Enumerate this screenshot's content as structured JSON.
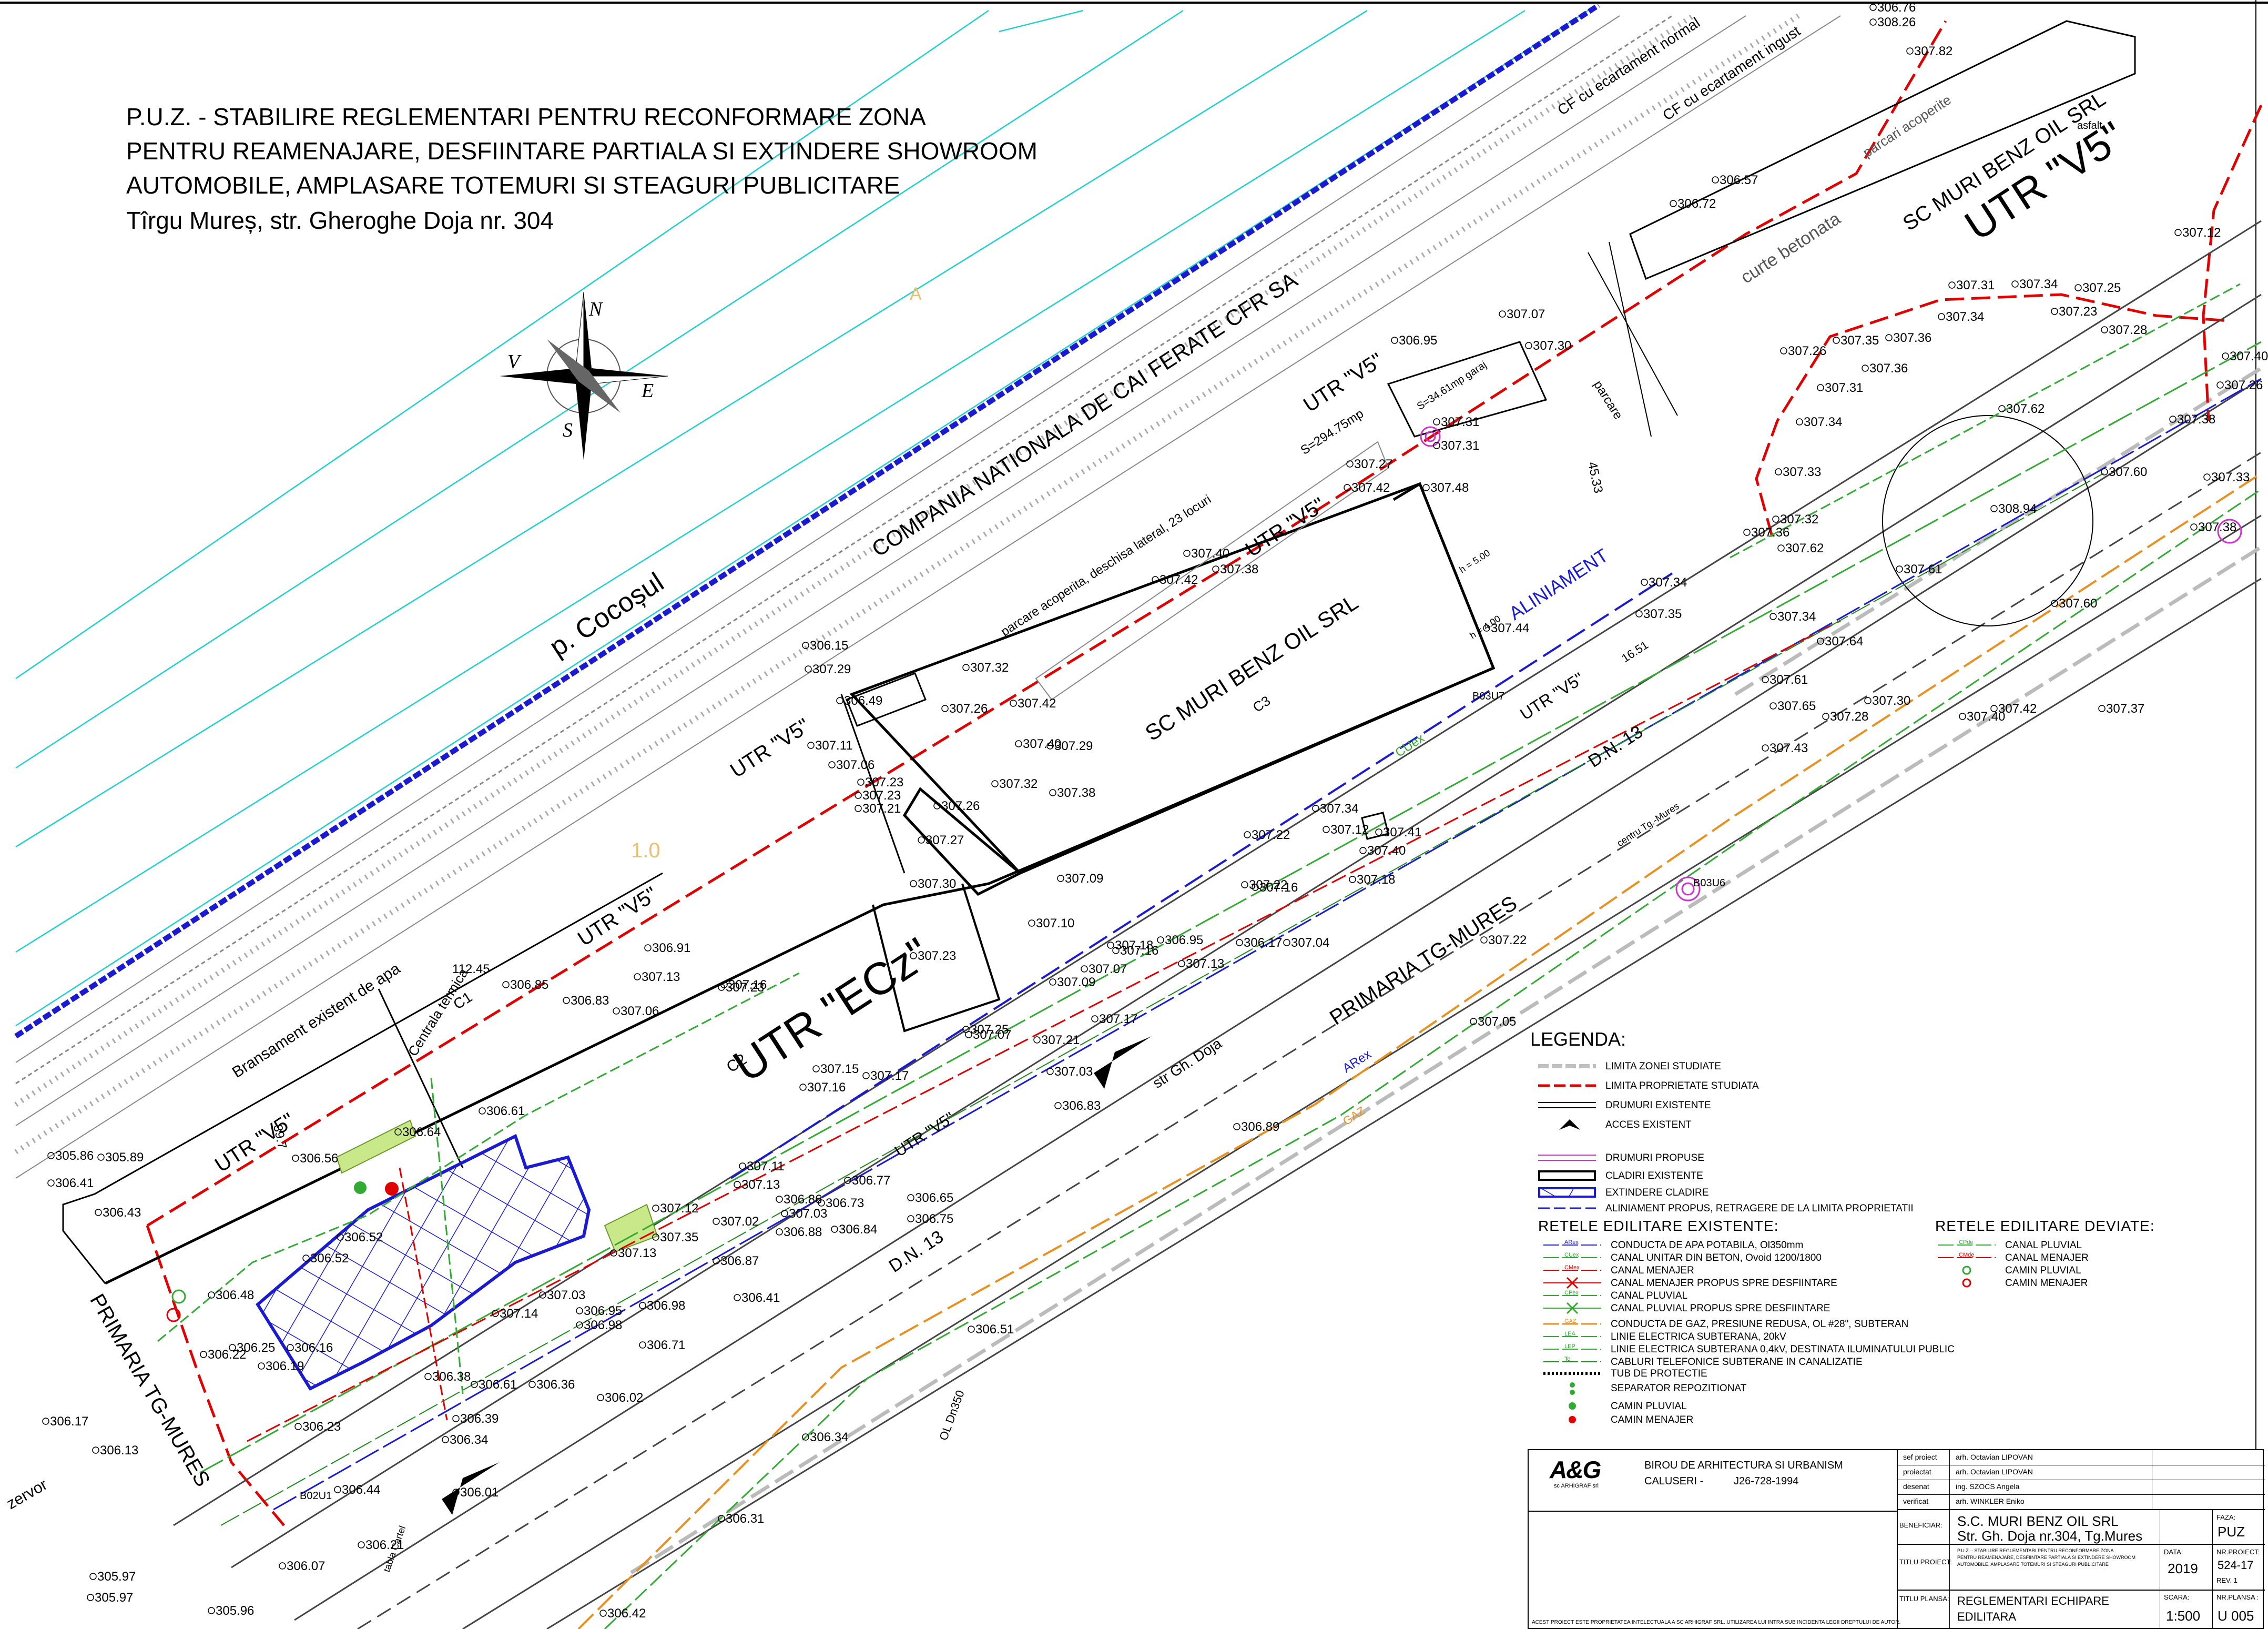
{
  "title_lines": [
    "P.U.Z. - STABILIRE REGLEMENTARI PENTRU RECONFORMARE ZONA",
    "PENTRU REAMENAJARE, DESFIINTARE PARTIALA SI EXTINDERE SHOWROOM",
    "AUTOMOBILE, AMPLASARE TOTEMURI SI STEAGURI PUBLICITARE",
    "Tîrgu Mureș, str. Gheroghe Doja nr. 304"
  ],
  "compass": {
    "N": "N",
    "S": "S",
    "E": "E",
    "V": "V"
  },
  "map_labels": {
    "p_cocosul": "p. Cocoșul",
    "cfr": "COMPANIA NATIONALA DE CAI FERATE CFR SA",
    "utr_v5": "UTR \"V5\"",
    "utr_ecz": "UTR \"ECz\"",
    "sc_muri_c3": "SC MURI BENZ OIL SRL",
    "c3": "C3",
    "c2": "C2",
    "c1": "C1",
    "centrala": "Centrala termica",
    "sc_muri_east": "SC MURI BENZ OIL SRL",
    "curte_betonata": "curte betonata",
    "parcari_acoperite": "parcari acoperite",
    "cf_normal": "CF cu ecartament normal",
    "cf_ingust": "CF cu ecartament ingust",
    "aliniament": "ALINIAMENT",
    "primaria_1": "PRIMARIA TG-MURES",
    "primaria_2": "PRIMARIA TG-MURES",
    "dn13_1": "D.N. 13",
    "dn13_2": "D.N. 13",
    "str_doja": "str Gh. Doja",
    "bransament": "Bransament existent de apa",
    "parcare_acoperita": "parcare acoperita, deschisa lateral, 23 locuri",
    "parcare": "parcare",
    "zervor": "zervor",
    "s_area1": "S=294.75mp",
    "s_area2": "S=34.61mp garaj",
    "dim_45_33": "45.33",
    "dim_112_45": "112.45",
    "dim_39_7": "39.7",
    "dim_16_51": "16.51",
    "h_500": "h = 5.00",
    "h_400": "h = 4.00",
    "asfalt": "asfalt",
    "to_center": "centru Tg.-Mures",
    "camin_b03u7": "B03U7",
    "camin_b03u6": "B03U6",
    "camin_b02u1": "B02U1",
    "tabla_cartel": "tabla Cartel",
    "gaz": "GAZ",
    "arex": "ARex",
    "cuex": "CUex",
    "ol_dn": "OL Dn350",
    "mark_a": "A",
    "mark_10": "1.0"
  },
  "elevations": [
    "306.76",
    "308.26",
    "307.82",
    "306.57",
    "306.72",
    "307.12",
    "307.31",
    "307.34",
    "307.25",
    "307.34",
    "307.23",
    "307.28",
    "307.36",
    "307.35",
    "307.26",
    "307.31",
    "307.36",
    "307.40",
    "307.62",
    "307.26",
    "307.38",
    "307.34",
    "307.33",
    "307.60",
    "308.94",
    "307.33",
    "307.32",
    "307.36",
    "307.62",
    "307.61",
    "307.38",
    "307.60",
    "307.34",
    "307.35",
    "307.34",
    "306.95",
    "307.07",
    "307.30",
    "307.31",
    "307.31",
    "307.27",
    "307.42",
    "307.48",
    "307.38",
    "307.40",
    "307.42",
    "307.44",
    "307.32",
    "307.29",
    "306.15",
    "307.29",
    "306.49",
    "307.11",
    "307.06",
    "307.23",
    "307.23",
    "307.21",
    "307.26",
    "307.26",
    "307.42",
    "307.40",
    "307.32",
    "307.38",
    "307.27",
    "307.30",
    "307.09",
    "307.10",
    "307.23",
    "307.16",
    "306.91",
    "306.85",
    "306.83",
    "307.13",
    "307.06",
    "307.23",
    "306.64",
    "306.61",
    "305.86",
    "305.89",
    "306.41",
    "306.43",
    "306.56",
    "306.52",
    "306.52",
    "306.48",
    "306.22",
    "306.25",
    "306.19",
    "306.16",
    "306.23",
    "306.38",
    "306.61",
    "306.36",
    "306.39",
    "306.34",
    "306.01",
    "306.21",
    "306.07",
    "305.96",
    "305.97",
    "305.97",
    "306.13",
    "306.17",
    "306.17",
    "306.95",
    "306.98",
    "306.98",
    "306.71",
    "306.87",
    "306.41",
    "306.02",
    "307.13",
    "307.14",
    "307.03",
    "307.12",
    "307.35",
    "307.02",
    "307.03",
    "306.86",
    "306.88",
    "306.73",
    "306.84",
    "306.65",
    "306.77",
    "306.75",
    "307.11",
    "307.13",
    "307.16",
    "307.15",
    "307.17",
    "307.25",
    "307.21",
    "307.07",
    "307.17",
    "307.03",
    "306.83",
    "306.89",
    "306.51",
    "306.34",
    "306.31",
    "306.42",
    "307.18",
    "307.07",
    "307.09",
    "306.95",
    "307.16",
    "307.13",
    "307.04",
    "307.22",
    "307.18",
    "307.22",
    "307.16",
    "307.12",
    "307.41",
    "307.40",
    "307.05",
    "307.22",
    "307.34",
    "307.65",
    "307.61",
    "307.64",
    "307.42",
    "307.40",
    "307.37",
    "307.28",
    "307.43",
    "306.44",
    "307.30"
  ],
  "legend": {
    "title": "LEGENDA:",
    "general": [
      "LIMITA ZONEI STUDIATE",
      "LIMITA PROPRIETATE STUDIATA",
      "DRUMURI EXISTENTE",
      "ACCES EXISTENT",
      "DRUMURI PROPUSE",
      "CLADIRI EXISTENTE",
      "EXTINDERE CLADIRE",
      "ALINIAMENT PROPUS, RETRAGERE DE LA LIMITA PROPRIETATII"
    ],
    "existing_title": "RETELE EDILITARE EXISTENTE:",
    "existing": [
      "CONDUCTA DE APA POTABILA, Ol350mm",
      "CANAL UNITAR DIN BETON, Ovoid 1200/1800",
      "CANAL MENAJER",
      "CANAL MENAJER PROPUS SPRE DESFIINTARE",
      "CANAL PLUVIAL",
      "CANAL PLUVIAL PROPUS SPRE DESFIINTARE",
      "CONDUCTA DE GAZ, PRESIUNE REDUSA, OL #28\", SUBTERAN",
      "LINIE ELECTRICA SUBTERANA, 20kV",
      "LINIE ELECTRICA SUBTERANA 0,4kV, DESTINATA ILUMINATULUI PUBLIC",
      "CABLURI TELEFONICE SUBTERANE IN CANALIZATIE",
      "TUB DE PROTECTIE",
      "SEPARATOR REPOZITIONAT",
      "CAMIN PLUVIAL",
      "CAMIN MENAJER"
    ],
    "deviated_title": "RETELE EDILITARE DEVIATE:",
    "deviated": [
      "CANAL PLUVIAL",
      "CANAL MENAJER",
      "CAMIN PLUVIAL",
      "CAMIN MENAJER"
    ],
    "code_arex": "ARex",
    "code_cuex": "CUex",
    "code_cmex": "CMex",
    "code_cpex": "CPex",
    "code_gaz": "GAZ",
    "code_lea": "LEA",
    "code_lep": "LEP",
    "code_tc": "Tc",
    "code_cpdev": "CPde",
    "code_cmdev": "CMde",
    "colors": {
      "zone": "#c0c0c0",
      "property": "#e00000",
      "road": "#000000",
      "proposed_road": "#cc33cc",
      "extension": "#1a1ad0",
      "alignment": "#1a1ad0",
      "water": "#2222cc",
      "sewer_unit": "#33aa33",
      "sewer": "#e00000",
      "rain": "#33aa33",
      "gas": "#e89020",
      "electric": "#33aa33",
      "telecom": "#1a8a1a"
    }
  },
  "title_block": {
    "firm_logo": "A&G",
    "firm_sub": "sc ARHIGRAF srl",
    "firm_line1": "BIROU DE ARHITECTURA SI URBANISM",
    "firm_line2": "CALUSERI -",
    "firm_phone": "J26-728-1994",
    "roles": [
      {
        "role": "sef proiect",
        "name": "arh. Octavian LIPOVAN"
      },
      {
        "role": "proiectat",
        "name": "arh. Octavian LIPOVAN"
      },
      {
        "role": "desenat",
        "name": "ing. SZOCS Angela"
      },
      {
        "role": "verificat",
        "name": "arh. WINKLER Eniko"
      }
    ],
    "beneficiar_label": "BENEFICIAR:",
    "beneficiar_name": "S.C. MURI BENZ OIL SRL",
    "beneficiar_addr": "Str. Gh. Doja nr.304, Tg.Mures",
    "faza_label": "FAZA:",
    "faza": "PUZ",
    "titlu_proiect_label": "TITLU PROIECT:",
    "titlu_proiect": [
      "P.U.Z. - STABILIRE REGLEMENTARI PENTRU RECONFORMARE ZONA",
      "PENTRU REAMENAJARE, DESFIINTARE PARTIALA SI EXTINDERE SHOWROOM",
      "AUTOMOBILE, AMPLASARE TOTEMURI SI STEAGURI PUBLICITARE"
    ],
    "data_label": "DATA:",
    "data": "2019",
    "nr_proiect_label": "NR.PROIECT:",
    "nr_proiect": "524-17",
    "rev": "REV. 1",
    "titlu_plansa_label": "TITLU PLANSA:",
    "titlu_plansa": "REGLEMENTARI ECHIPARE EDILITARA",
    "scara_label": "SCARA:",
    "scara": "1:500",
    "nr_plansa_label": "NR.PLANSA :",
    "nr_plansa": "U 005",
    "copyright": "ACEST PROIECT ESTE PROPRIETATEA INTELECTUALA A SC ARHIGRAF SRL. UTILIZAREA LUI INTRA SUB INCIDENTA LEGII DREPTULUI DE AUTOR."
  }
}
